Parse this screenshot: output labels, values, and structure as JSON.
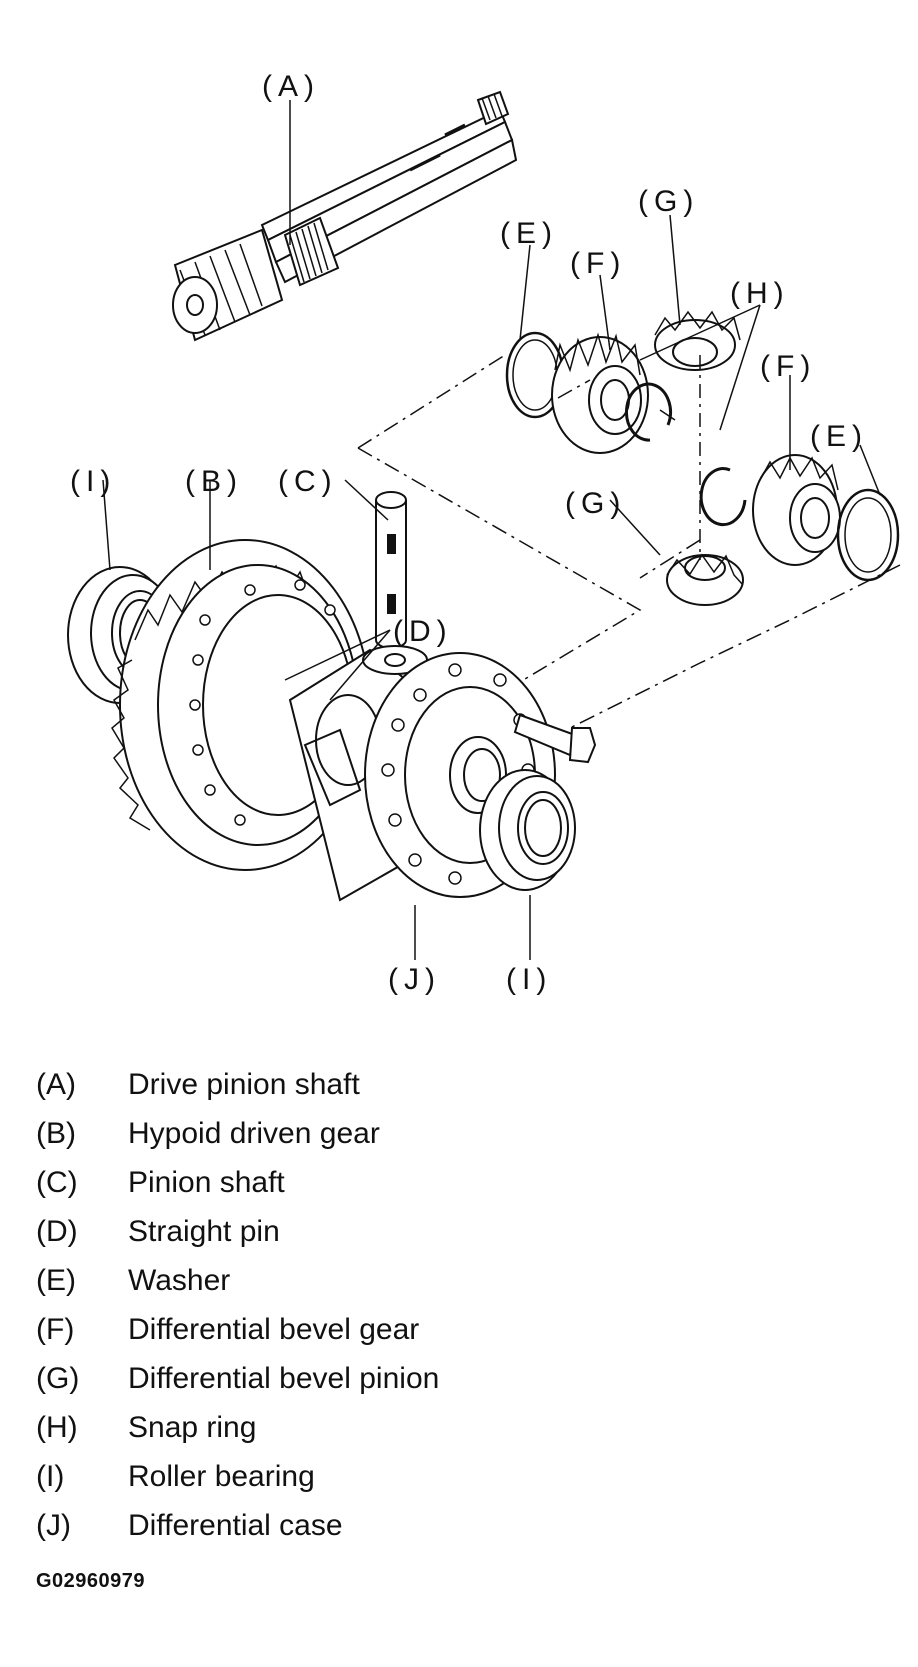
{
  "callouts": {
    "A": "(A)",
    "B": "(B)",
    "C": "(C)",
    "D": "(D)",
    "E": "(E)",
    "F": "(F)",
    "G": "(G)",
    "H": "(H)",
    "I": "(I)",
    "J": "(J)"
  },
  "legend": [
    {
      "key": "(A)",
      "text": "Drive pinion shaft"
    },
    {
      "key": "(B)",
      "text": "Hypoid driven gear"
    },
    {
      "key": "(C)",
      "text": "Pinion shaft"
    },
    {
      "key": "(D)",
      "text": "Straight pin"
    },
    {
      "key": "(E)",
      "text": "Washer"
    },
    {
      "key": "(F)",
      "text": "Differential bevel gear"
    },
    {
      "key": "(G)",
      "text": "Differential bevel pinion"
    },
    {
      "key": "(H)",
      "text": "Snap ring"
    },
    {
      "key": "(I)",
      "text": "Roller bearing"
    },
    {
      "key": "(J)",
      "text": "Differential case"
    }
  ],
  "figure_id": "G02960979"
}
